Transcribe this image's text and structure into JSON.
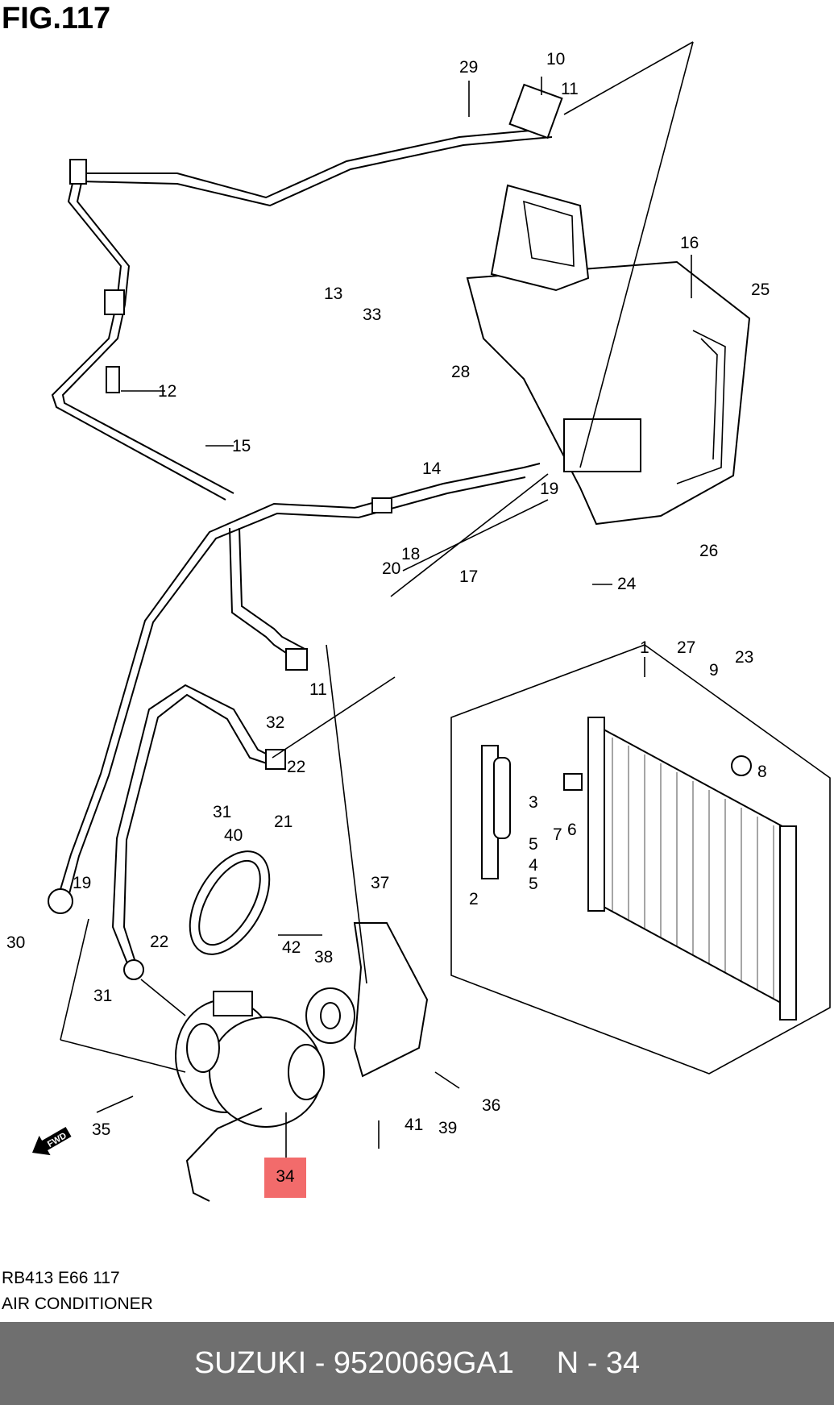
{
  "figure": {
    "title": "FIG.117"
  },
  "callouts": [
    {
      "id": "c29",
      "label": "29"
    },
    {
      "id": "c10",
      "label": "10"
    },
    {
      "id": "c11a",
      "label": "11"
    },
    {
      "id": "c16",
      "label": "16"
    },
    {
      "id": "c25",
      "label": "25"
    },
    {
      "id": "c13",
      "label": "13"
    },
    {
      "id": "c33",
      "label": "33"
    },
    {
      "id": "c28",
      "label": "28"
    },
    {
      "id": "c12",
      "label": "12"
    },
    {
      "id": "c15",
      "label": "15"
    },
    {
      "id": "c14",
      "label": "14"
    },
    {
      "id": "c19a",
      "label": "19"
    },
    {
      "id": "c18",
      "label": "18"
    },
    {
      "id": "c20",
      "label": "20"
    },
    {
      "id": "c17",
      "label": "17"
    },
    {
      "id": "c26",
      "label": "26"
    },
    {
      "id": "c24",
      "label": "24"
    },
    {
      "id": "c23",
      "label": "23"
    },
    {
      "id": "c27",
      "label": "27"
    },
    {
      "id": "c1",
      "label": "1"
    },
    {
      "id": "c9",
      "label": "9"
    },
    {
      "id": "c8",
      "label": "8"
    },
    {
      "id": "c11b",
      "label": "11"
    },
    {
      "id": "c32",
      "label": "32"
    },
    {
      "id": "c22a",
      "label": "22"
    },
    {
      "id": "c21",
      "label": "21"
    },
    {
      "id": "c31a",
      "label": "31"
    },
    {
      "id": "c3",
      "label": "3"
    },
    {
      "id": "c7",
      "label": "7"
    },
    {
      "id": "c6",
      "label": "6"
    },
    {
      "id": "c5a",
      "label": "5"
    },
    {
      "id": "c4",
      "label": "4"
    },
    {
      "id": "c5b",
      "label": "5"
    },
    {
      "id": "c2",
      "label": "2"
    },
    {
      "id": "c40",
      "label": "40"
    },
    {
      "id": "c19b",
      "label": "19"
    },
    {
      "id": "c30",
      "label": "30"
    },
    {
      "id": "c22b",
      "label": "22"
    },
    {
      "id": "c31b",
      "label": "31"
    },
    {
      "id": "c42",
      "label": "42"
    },
    {
      "id": "c38",
      "label": "38"
    },
    {
      "id": "c37",
      "label": "37"
    },
    {
      "id": "c35",
      "label": "35"
    },
    {
      "id": "c36",
      "label": "36"
    },
    {
      "id": "c39",
      "label": "39"
    },
    {
      "id": "c41",
      "label": "41"
    }
  ],
  "highlight": {
    "label": "34",
    "color": "#f26b6b"
  },
  "direction_marker": {
    "label": "FWD"
  },
  "caption": {
    "code": "RB413 E66 117",
    "name": "AIR CONDITIONER"
  },
  "footer": {
    "text": "SUZUKI - 9520069GA1     N - 34",
    "background": "#6f6f6f"
  }
}
